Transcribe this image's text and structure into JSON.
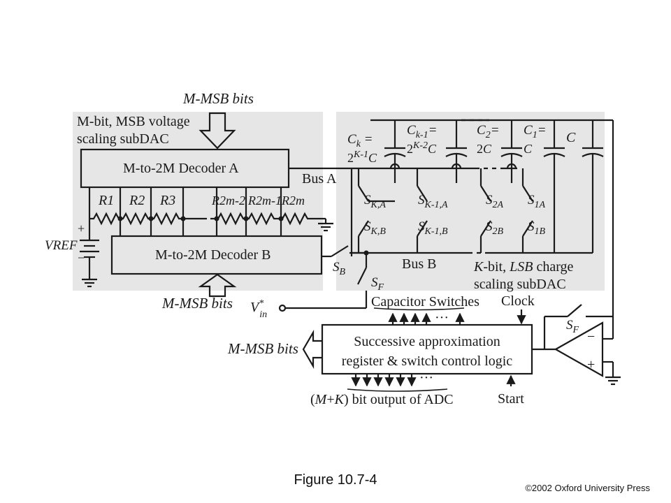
{
  "colors": {
    "panel_bg": "#e6e6e6",
    "line": "#1a1a1a",
    "block_fill": "#e8e8e8",
    "background": "#ffffff"
  },
  "labels": {
    "msb_bits_top": "M-MSB bits",
    "subdac_title_line1": "M-bit, MSB voltage",
    "subdac_title_line2": "scaling subDAC",
    "decoder_a": "M-to-2M Decoder A",
    "decoder_b": "M-to-2M Decoder B",
    "bus_a": "Bus A",
    "bus_b": "Bus B",
    "vref": "VREF",
    "msb_bits_bottom": "M-MSB bits",
    "vin": "V*in",
    "capacitor_switches": "Capacitor Switches",
    "clock": "Clock",
    "sar_line1": "Successive approximation",
    "sar_line2": "register & switch control logic",
    "msb_bits_left": "M-MSB bits",
    "adc_output": "(M+K) bit output of ADC",
    "start": "Start",
    "lsb_line1": "K-bit, LSB charge",
    "lsb_line2": "scaling subDAC",
    "ellipsis_top": "···",
    "ellipsis_bottom": "···"
  },
  "resistors": [
    "R1",
    "R2",
    "R3",
    "R2m-2",
    "R2m-1",
    "R2m"
  ],
  "capacitors": [
    "Ck = 2K-1C",
    "Ck-1= 2K-2C",
    "C2= 2C",
    "C1= C",
    "C"
  ],
  "switches": [
    "SK,A",
    "SK-1,A",
    "S2A",
    "S1A",
    "SK,B",
    "SK-1,B",
    "S2B",
    "S1B",
    "SB",
    "SF",
    "SF"
  ],
  "comparator": {
    "minus": "−",
    "plus": "+"
  },
  "vref_polarity": {
    "plus": "+",
    "minus": "−"
  },
  "caption": "Figure 10.7-4",
  "copyright": "©2002 Oxford University Press"
}
